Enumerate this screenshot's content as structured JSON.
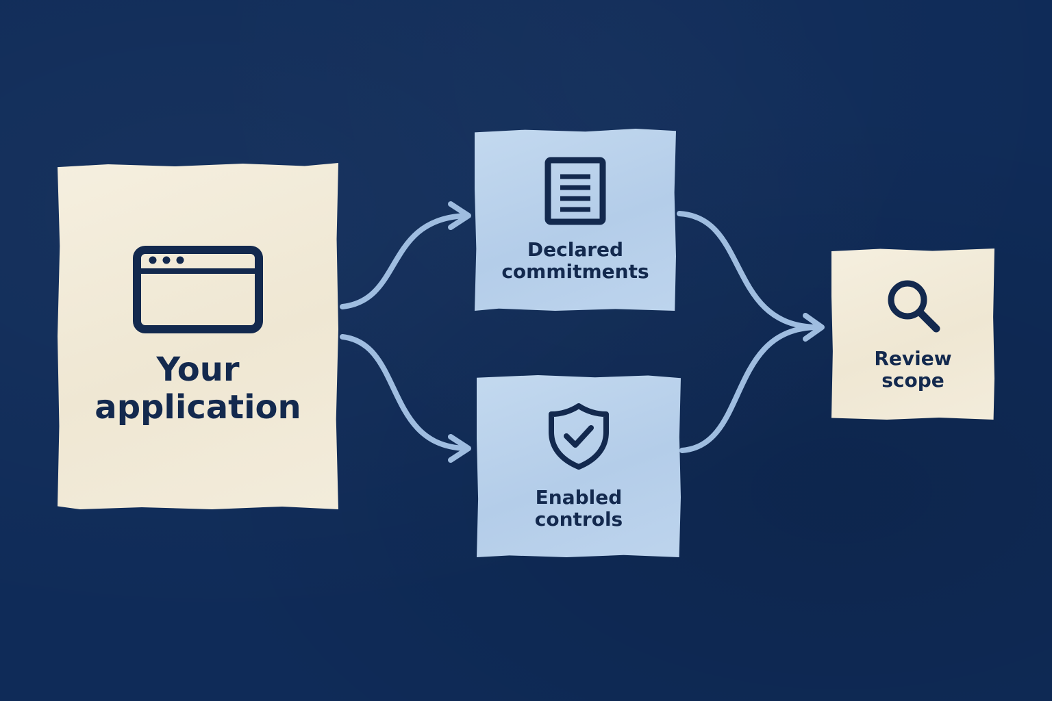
{
  "colors": {
    "background": "#0f2b58",
    "ink": "#13294e",
    "cream_card": "#f1ead8",
    "blue_card": "#bad2ec",
    "connector": "#9fbde0"
  },
  "nodes": {
    "application": {
      "line1": "Your",
      "line2": "application",
      "icon": "browser-window-icon"
    },
    "declared": {
      "line1": "Declared",
      "line2": "commitments",
      "icon": "document-icon"
    },
    "enabled": {
      "line1": "Enabled",
      "line2": "controls",
      "icon": "shield-check-icon"
    },
    "review": {
      "line1": "Review",
      "line2": "scope",
      "icon": "magnifier-icon"
    }
  },
  "edges": [
    {
      "from": "application",
      "to": "declared"
    },
    {
      "from": "application",
      "to": "enabled"
    },
    {
      "from": "declared",
      "to": "review"
    },
    {
      "from": "enabled",
      "to": "review"
    }
  ]
}
